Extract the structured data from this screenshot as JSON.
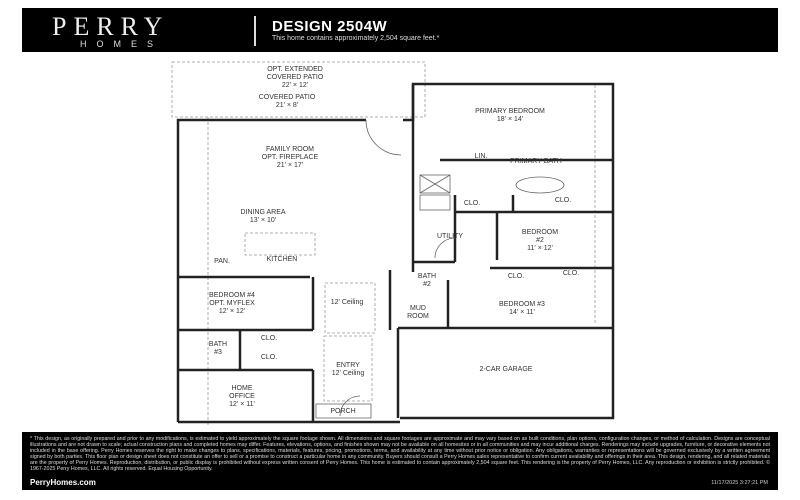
{
  "header": {
    "brand": "PERRY",
    "brand_sub": "HOMES",
    "design_title": "DESIGN 2504W",
    "subtitle": "This home contains approximately 2,504 square feet.*"
  },
  "rooms": {
    "opt_patio": "OPT. EXTENDED",
    "opt_patio2": "COVERED PATIO",
    "opt_patio_size": "22' × 12'",
    "patio": "COVERED PATIO",
    "patio_size": "21' × 8'",
    "family": "FAMILY ROOM",
    "family2": "OPT. FIREPLACE",
    "family_size": "21' × 17'",
    "dining": "DINING AREA",
    "dining_size": "13' × 10'",
    "kitchen": "KITCHEN",
    "pantry": "PAN.",
    "primary_bed": "PRIMARY BEDROOM",
    "primary_bed_size": "18' × 14'",
    "linen": "LIN.",
    "primary_bath": "PRIMARY BATH",
    "clo": "CLO.",
    "utility": "UTILITY",
    "bed2": "BEDROOM",
    "bed2b": "#2",
    "bed2_size": "11' × 12'",
    "bath2": "BATH",
    "bath2b": "#2",
    "bed3": "BEDROOM #3",
    "bed3_size": "14' × 11'",
    "mud": "MUD",
    "mud2": "ROOM",
    "ceiling": "12' Ceiling",
    "bed4": "BEDROOM #4",
    "bed4b": "OPT. MYFLEX",
    "bed4_size": "12' × 12'",
    "bath3": "BATH",
    "bath3b": "#3",
    "entry": "ENTRY",
    "entry_ceiling": "12' Ceiling",
    "garage": "2-CAR GARAGE",
    "office": "HOME",
    "office2": "OFFICE",
    "office_size": "12' × 11'",
    "porch": "PORCH"
  },
  "footer": {
    "disclaimer": "* This design, as originally prepared and prior to any modifications, is estimated to yield approximately the square footage shown. All dimensions and square footages are approximate and may vary based on as built conditions, plan options, configuration changes, or method of calculation. Designs are conceptual illustrations and are not drawn to scale; actual construction plans and completed homes may differ. Features, elevations, options, and finishes shown may not be available on all homesites or in all communities and may incur additional charges. Renderings may include upgrades, furniture, or decorative elements not included in the base offering. Perry Homes reserves the right to make changes to plans, specifications, materials, features, pricing, promotions, terms, and availability at any time without prior notice or obligation. Any obligations, warranties or representations will be governed exclusively by a written agreement signed by both parties. This floor plan or design sheet does not constitute an offer to sell or a promise to construct a particular home in any community. Buyers should consult a Perry Homes sales representative to confirm current availability and offerings in their area. This design, rendering, and all related materials are the property of Perry Homes. Reproduction, distribution, or public display is prohibited without express written consent of Perry Homes. This home is estimated to contain approximately 2,504 square feet. This rendering is the property of Perry Homes, LLC. Any reproduction or exhibition is strictly prohibited. © 1967-2025 Perry Homes, LLC. All rights reserved. Equal Housing Opportunity.",
    "website": "PerryHomes.com",
    "timestamp": "11/17/2025 3:27:21 PM"
  }
}
